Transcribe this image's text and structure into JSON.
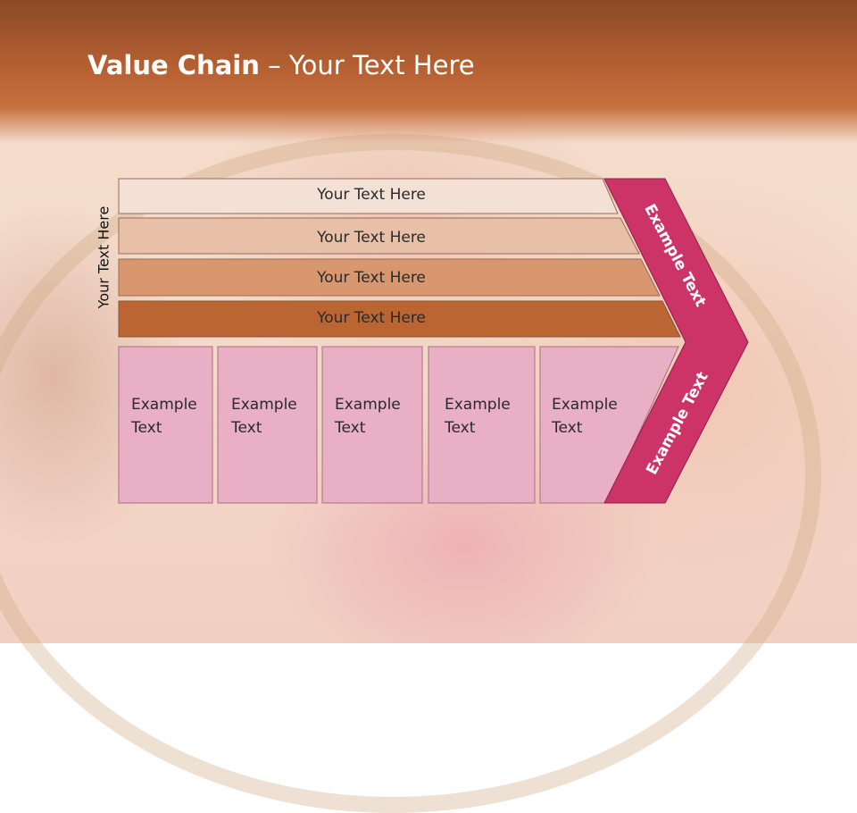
{
  "slide": {
    "title_bold": "Value Chain",
    "title_rest": " – Your Text Here",
    "vertical_label": "Your Text Here"
  },
  "bars": [
    {
      "label": "Your Text Here",
      "color": "#f3e1d7"
    },
    {
      "label": "Your Text Here",
      "color": "#e8c0a8"
    },
    {
      "label": "Your Text Here",
      "color": "#d8976f"
    },
    {
      "label": "Your Text Here",
      "color": "#bb6533"
    }
  ],
  "boxes": [
    {
      "label": "Example\nText"
    },
    {
      "label": "Example\nText"
    },
    {
      "label": "Example\nText"
    },
    {
      "label": "Example\nText"
    },
    {
      "label": "Example\nText"
    }
  ],
  "chevron": {
    "upper_label": "Example Text",
    "lower_label": "Example Text",
    "color": "#cc3468"
  },
  "colors": {
    "box_fill": "#e9afc5",
    "header": "#b45f32"
  }
}
